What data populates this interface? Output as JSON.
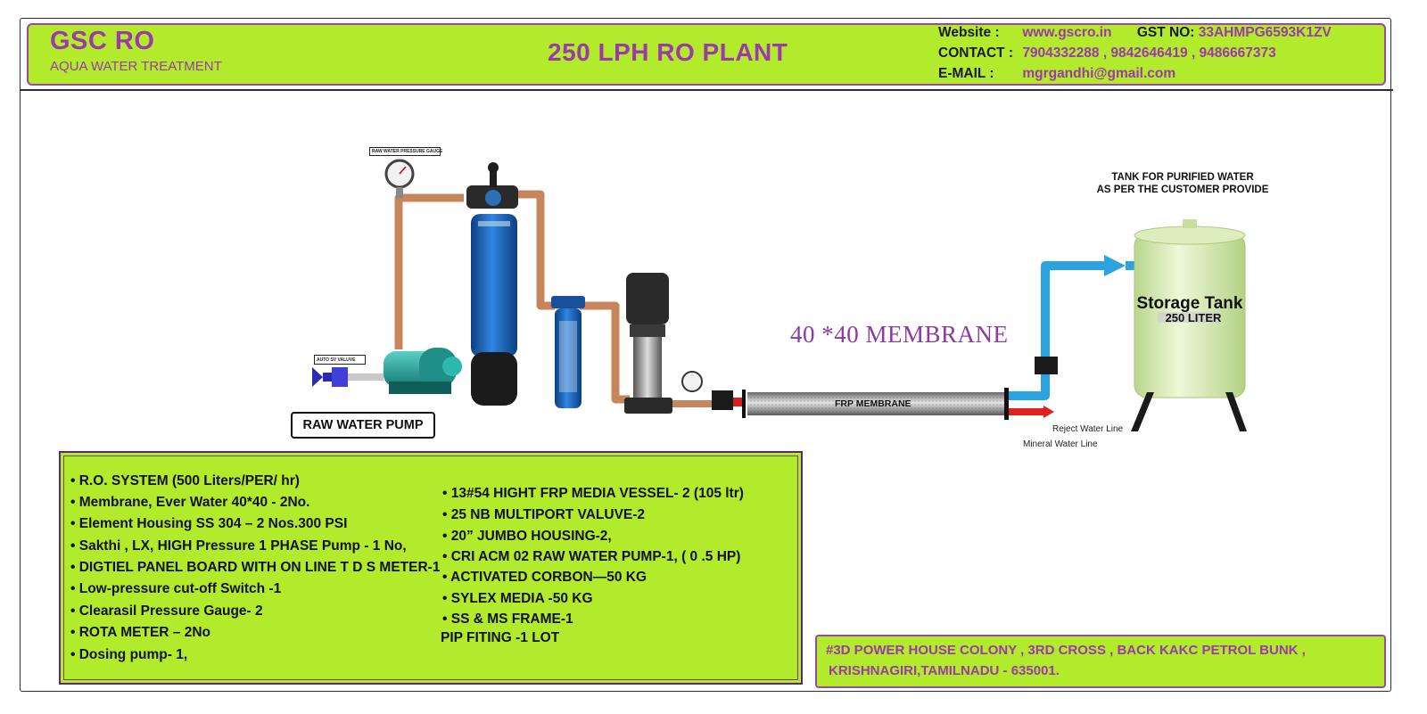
{
  "header": {
    "brand": "GSC RO",
    "tagline": "AQUA WATER TREATMENT",
    "title": "250 LPH RO PLANT",
    "website_label": "Website  :",
    "website": "www.gscro.in",
    "gst_label": "GST NO:",
    "gst": "33AHMPG6593K1ZV",
    "contact_label": "CONTACT :",
    "contact": "7904332288 , 9842646419 , 9486667373",
    "email_label": "E-MAIL    :",
    "email": "mgrgandhi@gmail.com"
  },
  "diagram": {
    "pressure_gauge_label": "RAW WATER PRESSURE GAUGE",
    "auto_valve_label": "AUTO SV VALUVE",
    "pump_label": "RAW WATER PUMP",
    "membrane_title": "40 *40 MEMBRANE",
    "frp_label": "FRP MEMBRANE",
    "tank_caption_1": "TANK FOR PURIFIED WATER",
    "tank_caption_2": "AS PER THE CUSTOMER PROVIDE",
    "tank_name": "Storage Tank",
    "tank_capacity": "250 LITER",
    "reject_line": "Reject Water Line",
    "mineral_line": "Mineral Water Line",
    "colors": {
      "pipe": "#c8845a",
      "water_out": "#2aa3e0",
      "reject": "#e02020",
      "vessel": "#1f6fc4",
      "tank": "#e4f2c4"
    }
  },
  "specs": {
    "left": [
      "• R.O. SYSTEM (500 Liters/PER/ hr)",
      "• Membrane, Ever Water 40*40 - 2No.",
      "• Element Housing SS 304 – 2 Nos.300 PSI",
      "• Sakthi  , LX, HIGH  Pressure  1  PHASE Pump - 1 No,",
      "• DIGTIEL PANEL BOARD WITH ON LINE T D S METER-1",
      "• Low-pressure cut-off Switch -1",
      "• Clearasil Pressure Gauge- 2",
      "• ROTA METER  – 2No",
      "• Dosing pump- 1,"
    ],
    "right": [
      "• 13#54 HIGHT FRP MEDIA VESSEL- 2  (105 ltr)",
      "• 25 NB MULTIPORT VALUVE-2",
      "• 20” JUMBO HOUSING-2,",
      "• CRI  ACM 02  RAW  WATER PUMP-1, ( 0 .5  HP)",
      "• ACTIVATED CORBON—50 KG",
      "• SYLEX MEDIA       -50 KG",
      "• SS & MS  FRAME-1",
      "PIP FITING -1 LOT"
    ]
  },
  "address": {
    "line1": "#3D POWER HOUSE COLONY , 3RD CROSS , BACK KAKC PETROL BUNK ,",
    "line2": "KRISHNAGIRI,TAMILNADU - 635001."
  }
}
